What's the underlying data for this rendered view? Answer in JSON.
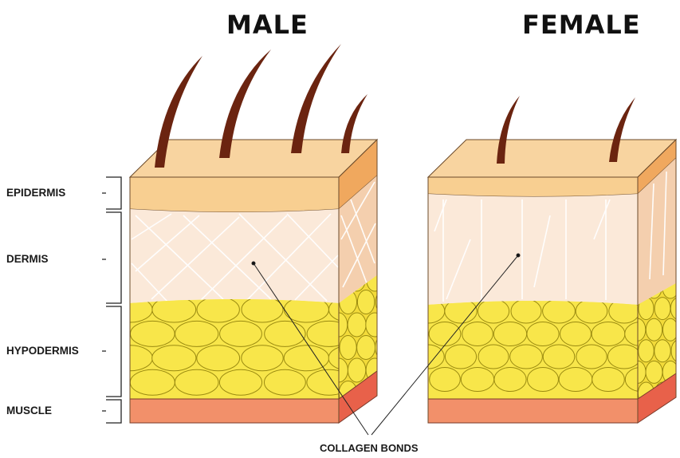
{
  "titles": {
    "male": "MALE",
    "female": "FEMALE"
  },
  "layers": {
    "epidermis": "EPIDERMIS",
    "dermis": "DERMIS",
    "hypodermis": "HYPODERMIS",
    "muscle": "MUSCLE"
  },
  "annotation": "COLLAGEN BONDS",
  "colors": {
    "epidermis": "#f8cf91",
    "epidermis_side": "#f0a85e",
    "dermis": "#fbe9d9",
    "dermis_side": "#f4cfae",
    "fat": "#f8e64a",
    "fat_stroke": "#9a8a10",
    "muscle": "#f2906a",
    "muscle_side": "#e8614a",
    "hair": "#6b2410"
  },
  "icons": {
    "hair": "hair-strand-icon",
    "fat_cell": "fat-cell-icon"
  }
}
